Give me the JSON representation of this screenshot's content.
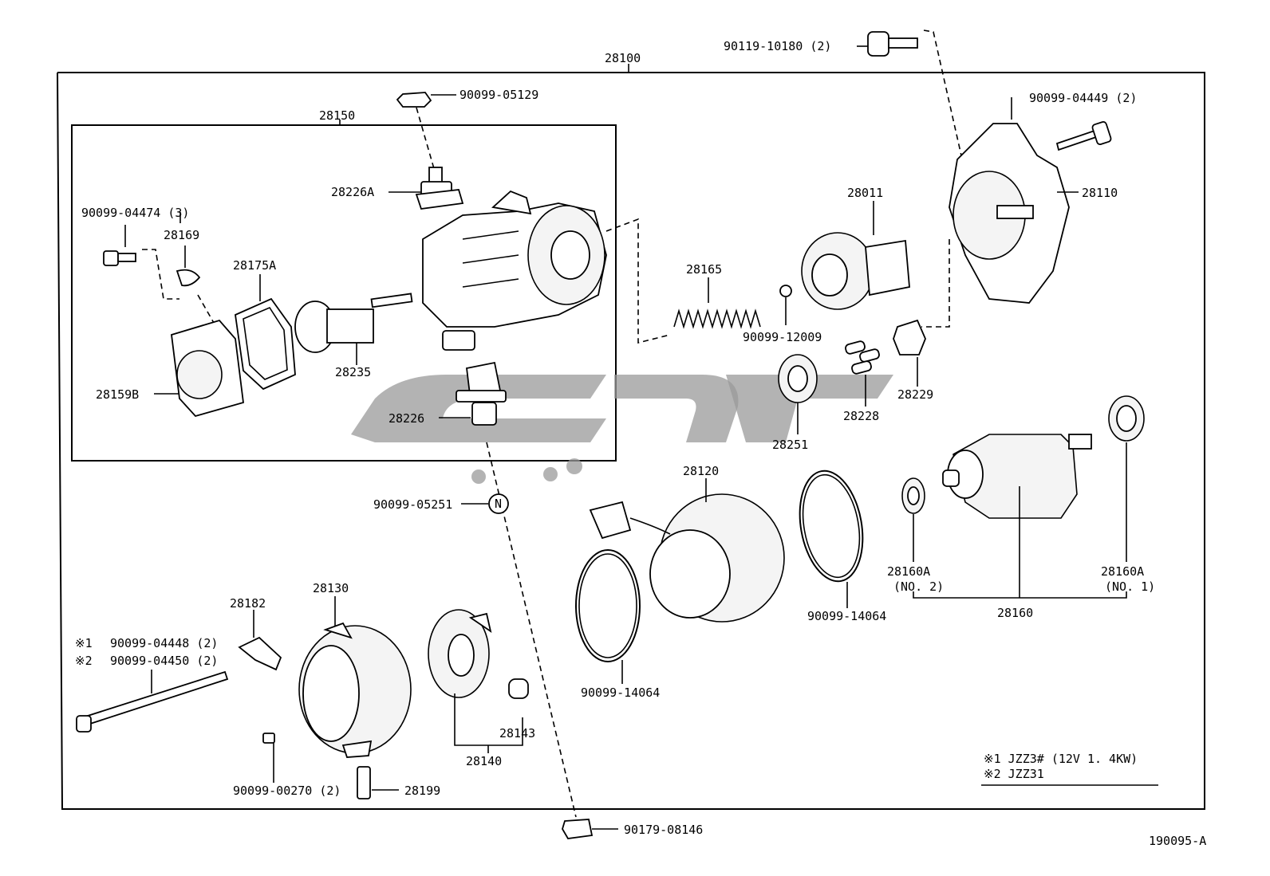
{
  "labels": {
    "l28100": "28100",
    "l90119_10180": "90119-10180 (2)",
    "l90099_05129": "90099-05129",
    "l90099_04449": "90099-04449 (2)",
    "l28150": "28150",
    "l28226A": "28226A",
    "l28011": "28011",
    "l28110": "28110",
    "l90099_04474": "90099-04474 (3)",
    "l28169": "28169",
    "l28175A": "28175A",
    "l28165": "28165",
    "l90099_12009": "90099-12009",
    "l28235": "28235",
    "l28159B": "28159B",
    "l28229": "28229",
    "l28228": "28228",
    "l28226": "28226",
    "l28251": "28251",
    "l28120": "28120",
    "l90099_05251": "90099-05251",
    "l28160A_1": "28160A",
    "l28160A_1_sub": "(NO. 2)",
    "l28160A_2": "28160A",
    "l28160A_2_sub": "(NO. 1)",
    "l28130": "28130",
    "l28182": "28182",
    "l90099_14064_a": "90099-14064",
    "l28160": "28160",
    "l90099_04448": "90099-04448 (2)",
    "l90099_04450": "90099-04450 (2)",
    "mark1": "※1",
    "mark2": "※2",
    "l90099_14064_b": "90099-14064",
    "l28143": "28143",
    "l28140": "28140",
    "l90099_00270": "90099-00270 (2)",
    "l28199": "28199",
    "l90179_08146": "90179-08146",
    "n_symbol": "N"
  },
  "notes": {
    "n1": "※1 JZZ3# (12V  1. 4KW)",
    "n2": "※2 JZZ31"
  },
  "diagram_id": "190095-A",
  "watermark_color": "#9a9a9a"
}
